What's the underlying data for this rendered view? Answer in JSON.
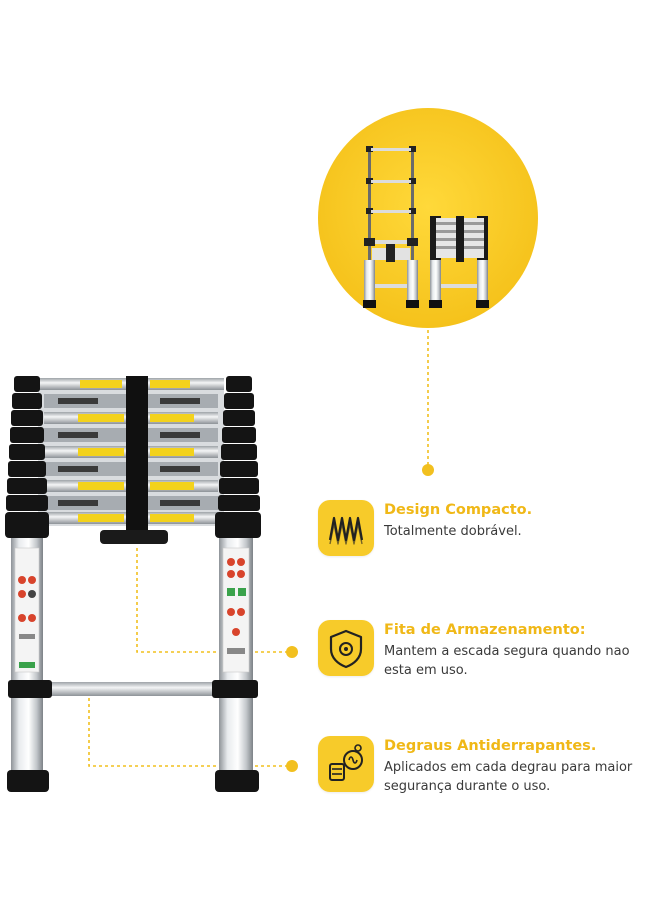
{
  "colors": {
    "accent": "#f7cb2a",
    "title": "#f0b817",
    "text": "#3a3a3a",
    "dash": "#f2c01f",
    "ladder_black": "#151515",
    "aluminium": "#c9cdd1"
  },
  "features": [
    {
      "icon": "zigzag-fold-icon",
      "title": "Design Compacto.",
      "description": "Totalmente dobrável."
    },
    {
      "icon": "shield-icon",
      "title": "Fita de Armazenamento:",
      "description": "Mantem a escada segura quando nao esta em uso."
    },
    {
      "icon": "non-slip-step-icon",
      "title": "Degraus Antiderrapantes.",
      "description": "Aplicados em cada degrau para maior segurança durante o uso."
    }
  ]
}
